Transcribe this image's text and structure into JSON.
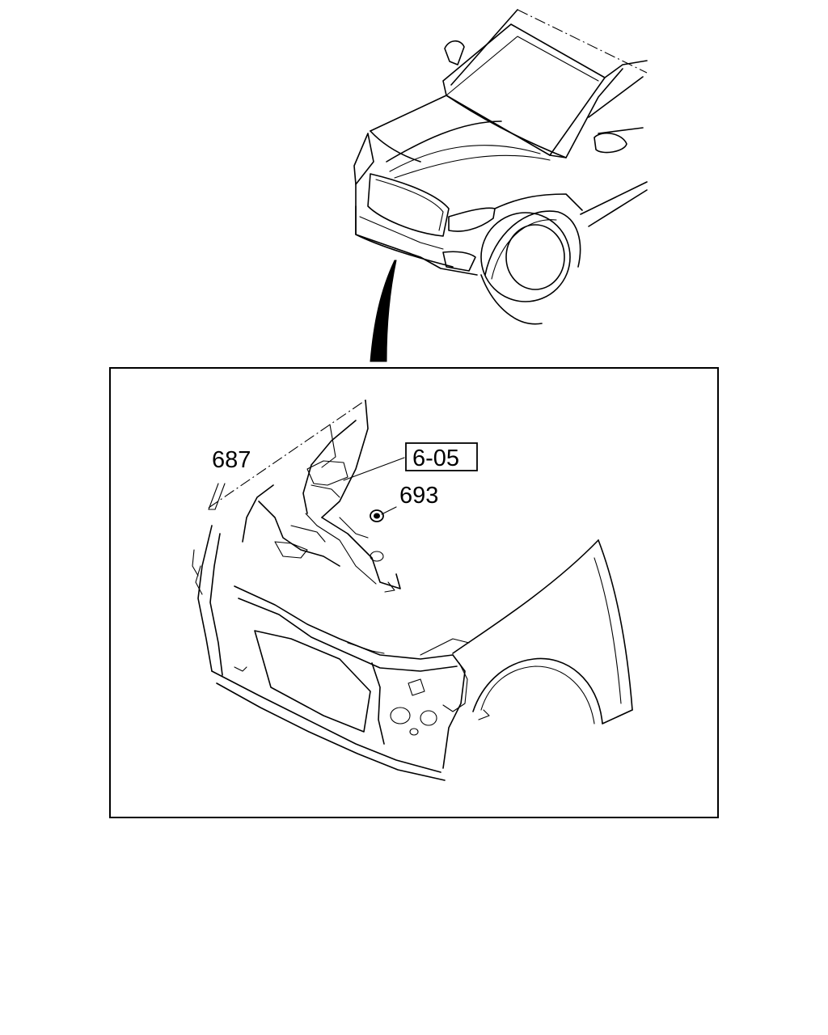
{
  "callouts": {
    "part_687": "687",
    "ref_605": "6-05",
    "part_693": "693"
  }
}
